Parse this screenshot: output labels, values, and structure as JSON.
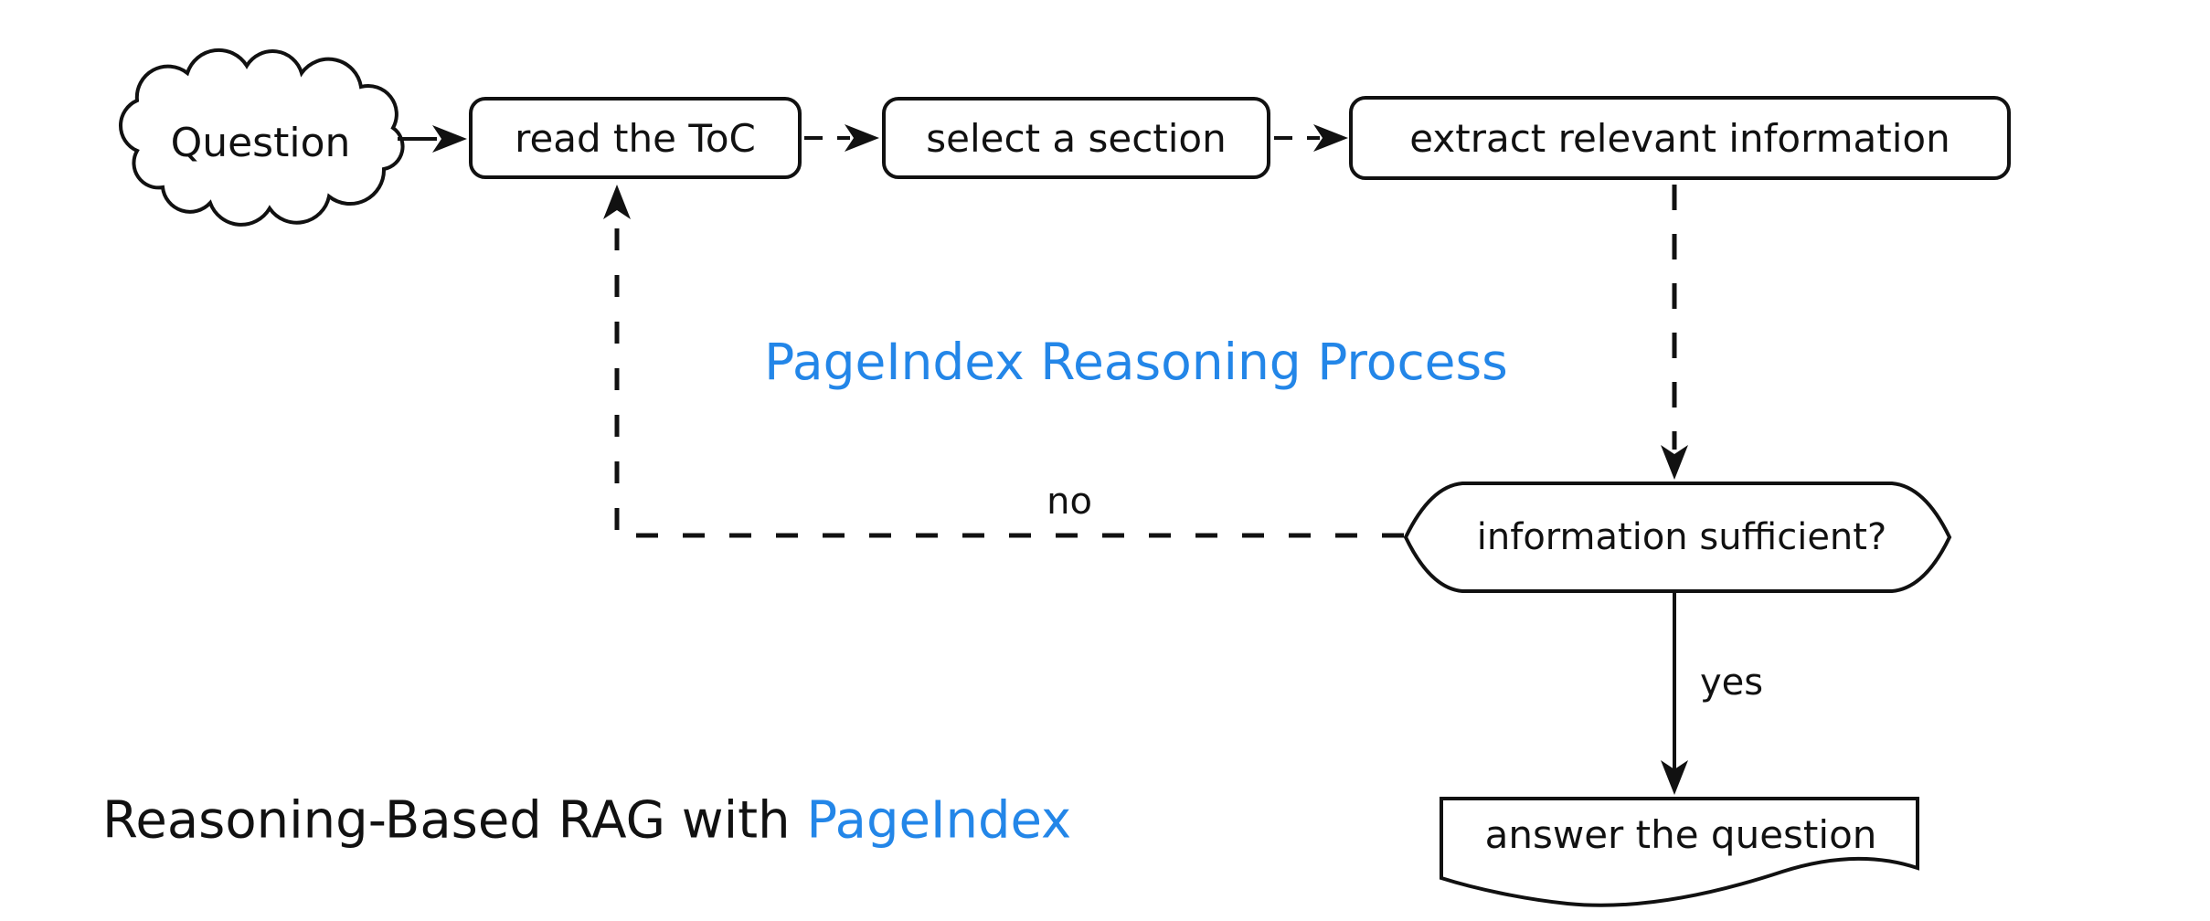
{
  "diagram": {
    "title": "PageIndex Reasoning Process",
    "caption": {
      "prefix": "Reasoning-Based RAG with ",
      "brand": "PageIndex"
    },
    "colors": {
      "accent": "#2386e8",
      "ink": "#111111",
      "background": "#ffffff"
    },
    "nodes": {
      "question": {
        "label": "Question",
        "shape": "cloud"
      },
      "read_toc": {
        "label": "read the ToC",
        "shape": "rounded-rectangle"
      },
      "select_section": {
        "label": "select a section",
        "shape": "rounded-rectangle"
      },
      "extract_info": {
        "label": "extract relevant information",
        "shape": "rounded-rectangle"
      },
      "info_sufficient": {
        "label": "information sufficient?",
        "shape": "hexagon"
      },
      "answer": {
        "label": "answer the question",
        "shape": "document"
      }
    },
    "edges": [
      {
        "from": "question",
        "to": "read_toc",
        "style": "solid",
        "label": ""
      },
      {
        "from": "read_toc",
        "to": "select_section",
        "style": "dashed",
        "label": ""
      },
      {
        "from": "select_section",
        "to": "extract_info",
        "style": "dashed",
        "label": ""
      },
      {
        "from": "extract_info",
        "to": "info_sufficient",
        "style": "dashed",
        "label": ""
      },
      {
        "from": "info_sufficient",
        "to": "read_toc",
        "style": "dashed",
        "label": "no"
      },
      {
        "from": "info_sufficient",
        "to": "answer",
        "style": "solid",
        "label": "yes"
      }
    ]
  }
}
